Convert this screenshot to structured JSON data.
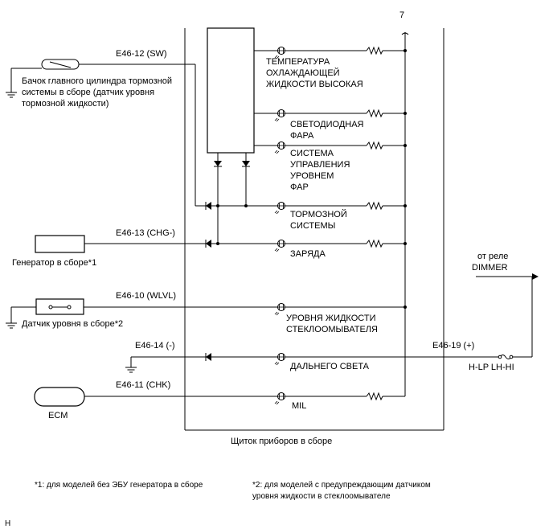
{
  "wires": {
    "sw": "E46-12 (SW)",
    "chg": "E46-13 (CHG-)",
    "wlvl": "E46-10 (WLVL)",
    "minus": "E46-14 (-)",
    "chk": "E46-11 (CHK)",
    "plus": "E46-19 (+)"
  },
  "terminal_top": "7",
  "components": {
    "brake_reservoir": [
      "Бачок главного цилиндра тормозной",
      "системы в сборе (датчик уровня",
      "тормозной жидкости)"
    ],
    "generator": "Генератор в сборе*1",
    "level_sensor": "Датчик уровня в сборе*2",
    "ecm": "ECM",
    "cluster": "Щиток приборов в сборе",
    "dimmer": [
      "от реле",
      "DIMMER"
    ],
    "headlight_switch": "H-LP LH-HI"
  },
  "lamps": {
    "coolant": [
      "ТЕМПЕРАТУРА",
      "ОХЛАЖДАЮЩЕЙ",
      "ЖИДКОСТИ ВЫСОКАЯ"
    ],
    "led": [
      "СВЕТОДИОДНАЯ",
      "ФАРА"
    ],
    "leveling": [
      "СИСТЕМА",
      "УПРАВЛЕНИЯ",
      "УРОВНЕМ",
      "ФАР"
    ],
    "brake": [
      "ТОРМОЗНОЙ",
      "СИСТЕМЫ"
    ],
    "charge": "ЗАРЯДА",
    "washer": [
      "УРОВНЯ ЖИДКОСТИ",
      "СТЕКЛООМЫВАТЕЛЯ"
    ],
    "high_beam": "ДАЛЬНЕГО СВЕТА",
    "mil": "MIL"
  },
  "footnotes": {
    "note1": "*1: для моделей без ЭБУ генератора в сборе",
    "note2": [
      "*2: для моделей с предупреждающим датчиком",
      "уровня жидкости в стеклоомывателе"
    ]
  },
  "corner_code": "H"
}
